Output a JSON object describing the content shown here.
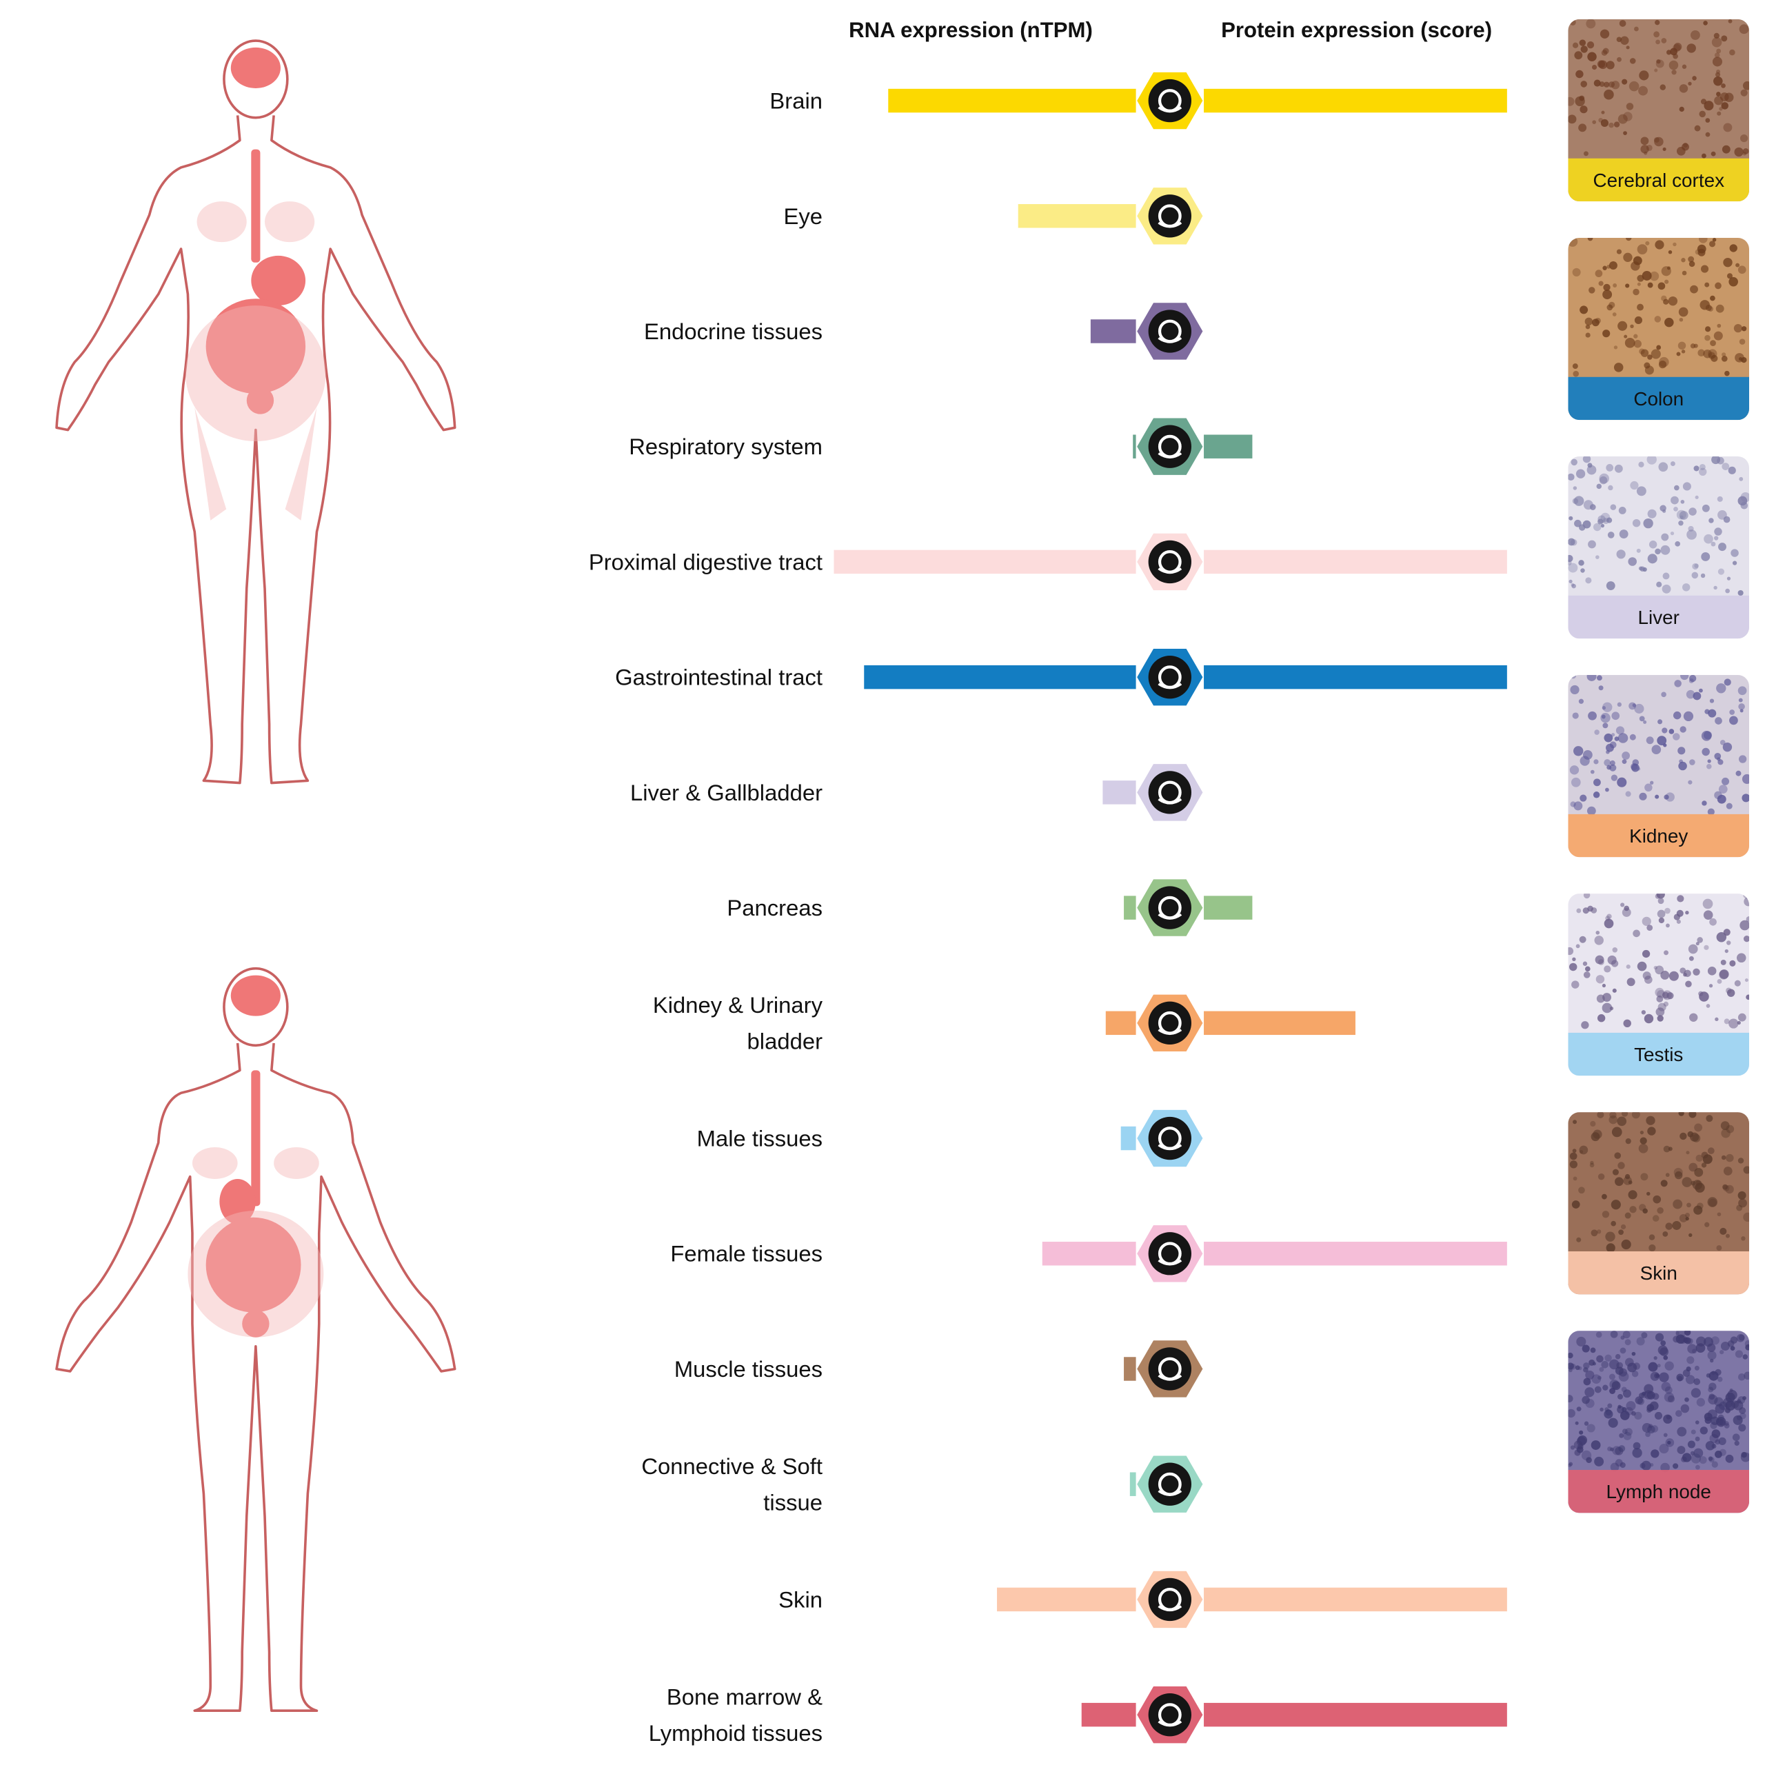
{
  "chart_data": {
    "type": "bar",
    "layout": "diverging horizontal bars around tissue-group icons",
    "headers": {
      "rna": "RNA expression (nTPM)",
      "protein": "Protein expression (score)"
    },
    "rna_max": 1,
    "protein_max": 1,
    "categories": [
      {
        "label": [
          "Brain"
        ],
        "icon": "brain-icon",
        "color": "#fcd900",
        "rna": 0.82,
        "protein": 1.0
      },
      {
        "label": [
          "Eye"
        ],
        "icon": "eye-icon",
        "color": "#fbec86",
        "rna": 0.39,
        "protein": 0
      },
      {
        "label": [
          "Endocrine tissues"
        ],
        "icon": "thyroid-icon",
        "color": "#7f6b9f",
        "rna": 0.15,
        "protein": 0
      },
      {
        "label": [
          "Respiratory system"
        ],
        "icon": "lungs-icon",
        "color": "#6aa58f",
        "rna": 0.01,
        "protein": 0.16
      },
      {
        "label": [
          "Proximal digestive tract"
        ],
        "icon": "head-profile-icon",
        "color": "#fcdcdc",
        "rna": 1.0,
        "protein": 1.0
      },
      {
        "label": [
          "Gastrointestinal tract"
        ],
        "icon": "stomach-icon",
        "color": "#137dc2",
        "rna": 0.9,
        "protein": 1.0
      },
      {
        "label": [
          "Liver & Gallbladder"
        ],
        "icon": "liver-icon",
        "color": "#d4cde6",
        "rna": 0.11,
        "protein": 0
      },
      {
        "label": [
          "Pancreas"
        ],
        "icon": "pancreas-icon",
        "color": "#97c48a",
        "rna": 0.04,
        "protein": 0.16
      },
      {
        "label": [
          "Kidney & Urinary",
          "bladder"
        ],
        "icon": "kidney-icon",
        "color": "#f6a668",
        "rna": 0.1,
        "protein": 0.5
      },
      {
        "label": [
          "Male tissues"
        ],
        "icon": "male-tissue-icon",
        "color": "#9bd4f2",
        "rna": 0.05,
        "protein": 0
      },
      {
        "label": [
          "Female tissues"
        ],
        "icon": "uterus-icon",
        "color": "#f5bed8",
        "rna": 0.31,
        "protein": 1.0
      },
      {
        "label": [
          "Muscle tissues"
        ],
        "icon": "heart-icon",
        "color": "#ae8261",
        "rna": 0.04,
        "protein": 0
      },
      {
        "label": [
          "Connective & Soft",
          "tissue"
        ],
        "icon": "cells-icon",
        "color": "#99d8c5",
        "rna": 0.02,
        "protein": 0
      },
      {
        "label": [
          "Skin"
        ],
        "icon": "skin-icon",
        "color": "#fcc8ac",
        "rna": 0.46,
        "protein": 1.0
      },
      {
        "label": [
          "Bone marrow &",
          "Lymphoid tissues"
        ],
        "icon": "lymphoid-icon",
        "color": "#dd6274",
        "rna": 0.18,
        "protein": 1.0
      }
    ]
  },
  "thumbnails": [
    {
      "label": "Cerebral cortex",
      "band": "#f4d91c",
      "base": "#a7806a",
      "dots": "#6b3a22",
      "style": "brown"
    },
    {
      "label": "Colon",
      "band": "#137dc2",
      "base": "#c89868",
      "dots": "#6d3d1c",
      "style": "brown"
    },
    {
      "label": "Liver",
      "band": "#d4cde6",
      "base": "#e4e2ec",
      "dots": "#7e7ca6",
      "style": "light"
    },
    {
      "label": "Kidney",
      "band": "#f6a668",
      "base": "#d6d0dd",
      "dots": "#5b5797",
      "style": "mixed"
    },
    {
      "label": "Testis",
      "band": "#9bd4f2",
      "base": "#e9e6f0",
      "dots": "#6a5d88",
      "style": "light"
    },
    {
      "label": "Skin",
      "band": "#fcc8ac",
      "base": "#9a6f58",
      "dots": "#5a3a2a",
      "style": "brown"
    },
    {
      "label": "Lymph node",
      "band": "#dd6274",
      "base": "#7e76a6",
      "dots": "#3f3a70",
      "style": "dense"
    }
  ]
}
